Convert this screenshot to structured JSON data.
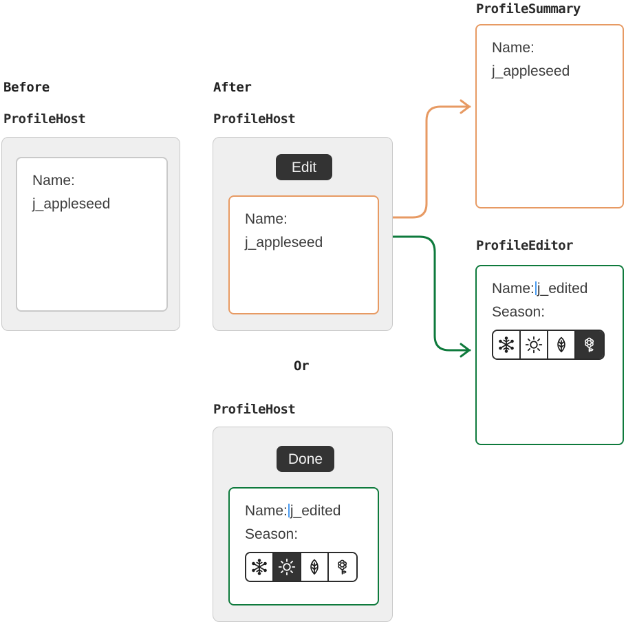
{
  "colors": {
    "orange": "#e79a63",
    "green": "#0e7a3c",
    "dark": "#333333",
    "host_bg": "#efefef",
    "host_border": "#c9c9c9",
    "card_border_neutral": "#c9c9c9",
    "caret_blue": "#4a9bf0",
    "text": "#3c3c3c"
  },
  "headings": {
    "before": "Before",
    "after": "After",
    "or": "Or"
  },
  "components": {
    "profile_host": "ProfileHost",
    "profile_summary": "ProfileSummary",
    "profile_editor": "ProfileEditor"
  },
  "labels": {
    "name": "Name:",
    "season": "Season:"
  },
  "values": {
    "name_original": "j_appleseed",
    "name_edited": "j_edited"
  },
  "buttons": {
    "edit": "Edit",
    "done": "Done"
  },
  "seasons": {
    "options": [
      "winter",
      "summer",
      "autumn",
      "spring"
    ],
    "icons": [
      "snowflake-icon",
      "sun-icon",
      "leaf-icon",
      "flower-icon"
    ],
    "selected_editor": "spring",
    "selected_host": "summer"
  },
  "cards": {
    "before_summary_text": [
      "Name:",
      "j_appleseed"
    ],
    "after_summary_text": [
      "Name:",
      "j_appleseed"
    ],
    "summary_panel_text": [
      "Name:",
      "j_appleseed"
    ],
    "editor_panel_text": [
      "Name:",
      "j_edited",
      "Season:"
    ]
  }
}
